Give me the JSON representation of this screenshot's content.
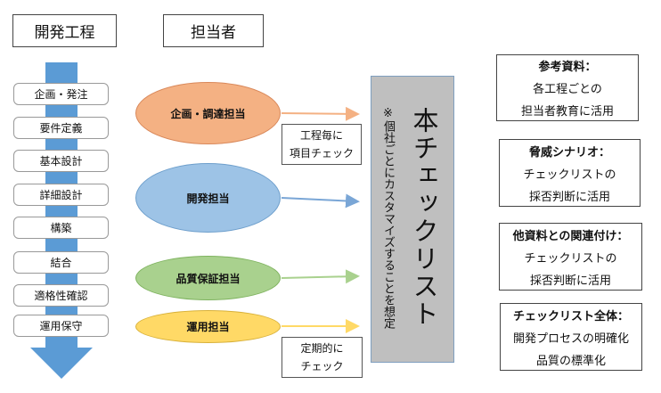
{
  "headers": {
    "process": "開発工程",
    "owner": "担当者"
  },
  "stages": [
    "企画・発注",
    "要件定義",
    "基本設計",
    "詳細設計",
    "構築",
    "結合",
    "適格性確認",
    "運用保守"
  ],
  "owners": [
    "企画・調達担当",
    "開発担当",
    "品質保証担当",
    "運用担当"
  ],
  "notes": {
    "note1": [
      "工程毎に",
      "項目チェック"
    ],
    "note2": [
      "定期的に",
      "チェック"
    ]
  },
  "checklist": {
    "title": "本チェックリスト",
    "subtitle": "※個社ごとにカスタマイズすることを想定"
  },
  "right_boxes": [
    {
      "title": "参考資料：",
      "lines": [
        "各工程ごとの",
        "担当者教育に活用"
      ]
    },
    {
      "title": "脅威シナリオ：",
      "lines": [
        "チェックリストの",
        "採否判断に活用"
      ]
    },
    {
      "title": "他資料との関連付け：",
      "lines": [
        "チェックリストの",
        "採否判断に活用"
      ]
    },
    {
      "title": "チェックリスト全体：",
      "lines": [
        "開発プロセスの明確化",
        "品質の標準化"
      ]
    }
  ],
  "colors": {
    "arrow": "#5b9bd5",
    "owner_1": "#f4b183",
    "owner_2": "#9dc3e6",
    "owner_3": "#a9d18e",
    "owner_4": "#ffd966",
    "checklist_bg": "#bfbfbf"
  }
}
